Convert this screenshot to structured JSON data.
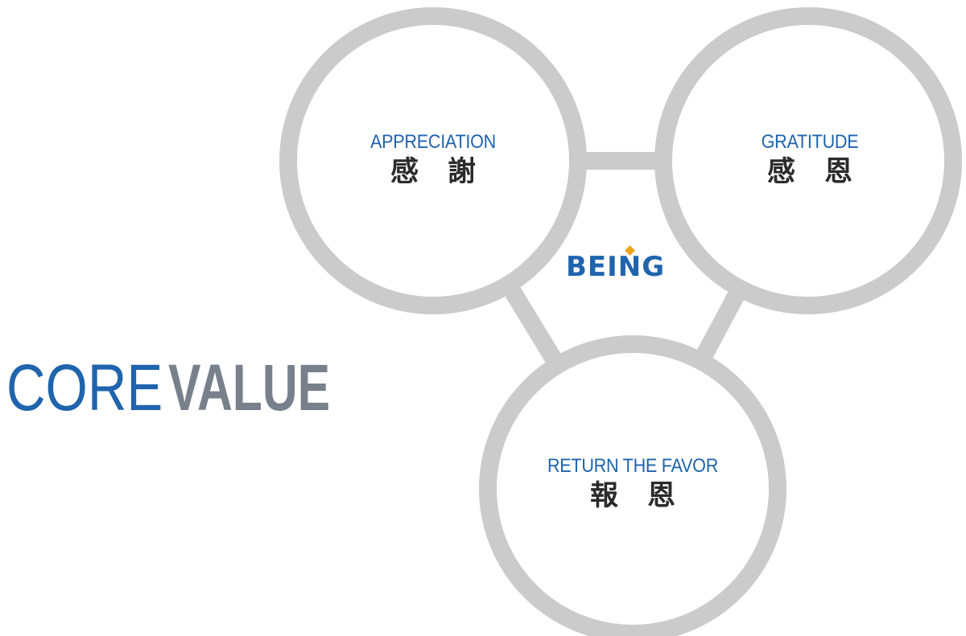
{
  "title": {
    "word1": "CORE",
    "word2": "VALUE"
  },
  "logo": {
    "text": "BEING"
  },
  "nodes": [
    {
      "en": "APPRECIATION",
      "zh1": "感",
      "zh2": "謝"
    },
    {
      "en": "GRATITUDE",
      "zh1": "感",
      "zh2": "恩"
    },
    {
      "en": "RETURN THE FAVOR",
      "zh1": "報",
      "zh2": "恩"
    }
  ],
  "colors": {
    "accent_blue": "#1f64ad",
    "ring_gray": "#cbcbcb",
    "title_gray": "#77808b",
    "logo_dot": "#f2a31b",
    "chinese_text": "#2b2b2b"
  }
}
